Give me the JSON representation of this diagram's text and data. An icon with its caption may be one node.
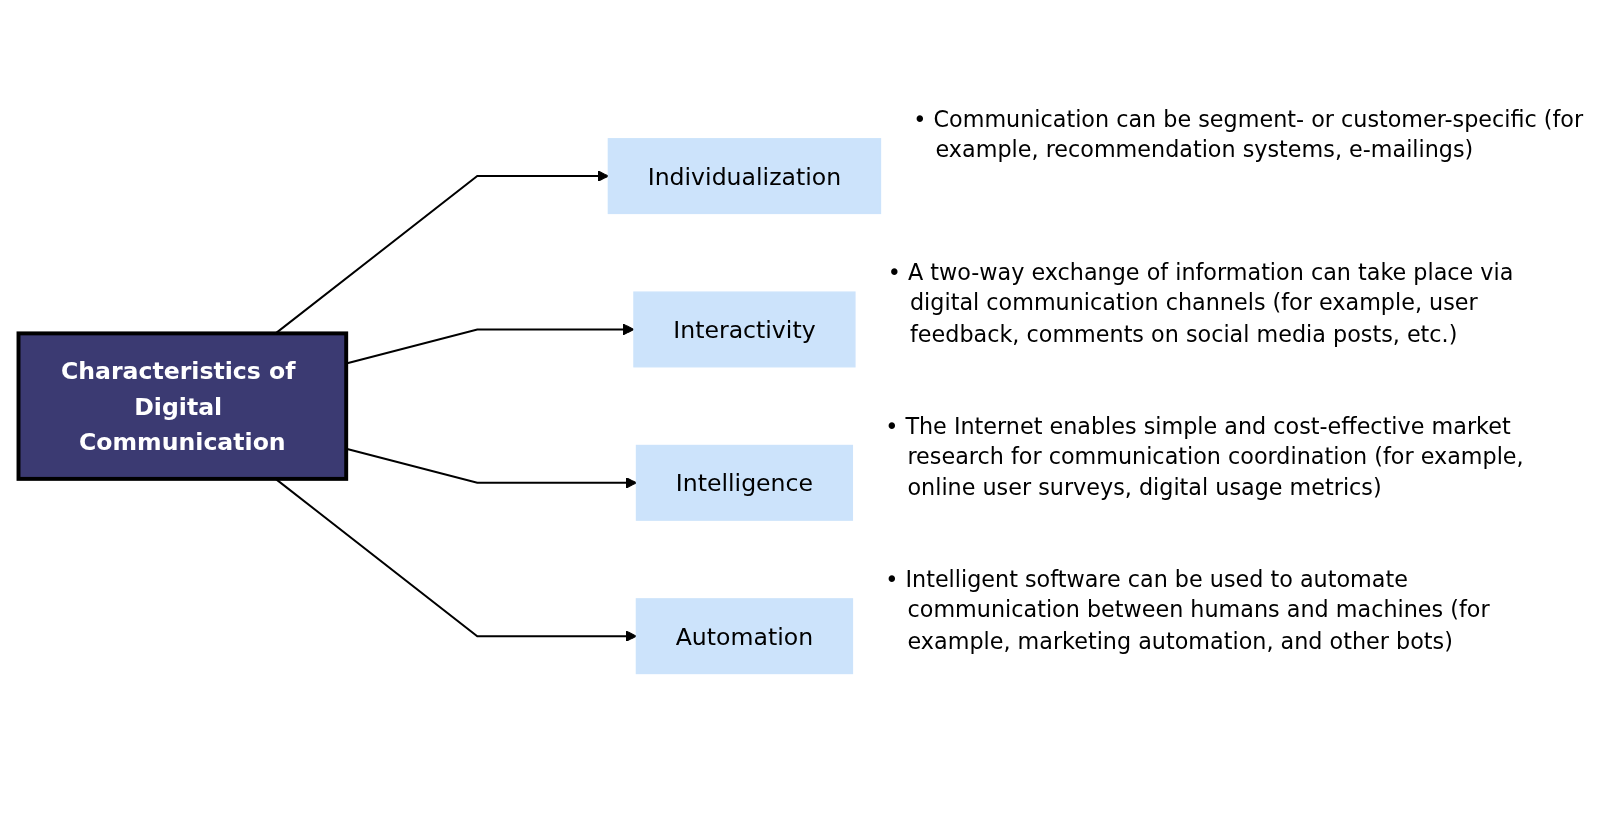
{
  "diagram": {
    "nodes": [
      {
        "text": [
          "Characteristics of Digital Communication"
        ]
      },
      {
        "text": [
          "Individualization"
        ],
        "beside": [
          "• Communication can be segment- or customer-specific (for example, recommendation systems, e-mailings)"
        ]
      },
      {
        "text": [
          "Interactivity"
        ],
        "beside": [
          "• A two-way exchange of information can take place via digital communication channels (for example, user feedback, comments on social media posts, etc.)"
        ]
      },
      {
        "text": [
          "Intelligence"
        ],
        "beside": [
          "• The Internet enables simple and cost-effective market research for communication coordination (for example, online user surveys, digital usage metrics)"
        ]
      },
      {
        "text": [
          "Automation"
        ],
        "beside": [
          "• Intelligent software can be used to automate communication between humans and machines (for example, marketing automation, and other bots)"
        ]
      }
    ],
    "edges": [
      {
        "from": 0,
        "to": 1,
        "arrow": "to"
      },
      {
        "from": 0,
        "to": 2,
        "arrow": "to"
      },
      {
        "from": 0,
        "to": 3,
        "arrow": "to"
      },
      {
        "from": 0,
        "to": 4,
        "arrow": "to"
      }
    ]
  }
}
